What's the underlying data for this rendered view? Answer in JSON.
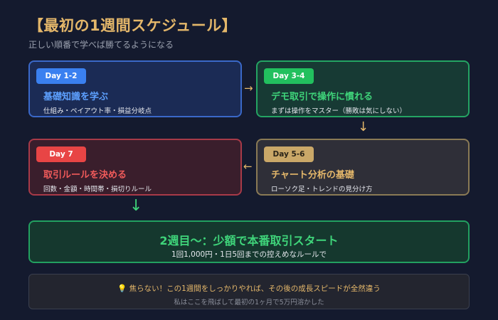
{
  "header": {
    "title": "【最初の1週間スケジュール】",
    "subtitle": "正しい順番で学べば勝てるようになる"
  },
  "cards": [
    {
      "badge": "Day 1-2",
      "title": "基礎知識を学ぶ",
      "desc": "仕組み・ペイアウト率・損益分岐点"
    },
    {
      "badge": "Day 3-4",
      "title": "デモ取引で操作に慣れる",
      "desc": "まずは操作をマスター（勝敗は気にしない）"
    },
    {
      "badge": "Day 5-6",
      "title": "チャート分析の基礎",
      "desc": "ローソク足・トレンドの見分け方"
    },
    {
      "badge": "Day 7",
      "title": "取引ルールを決める",
      "desc": "回数・金額・時間帯・損切りルール"
    }
  ],
  "arrows": {
    "right": "→",
    "down": "↓",
    "left": "←"
  },
  "week2": {
    "title": "2週目〜：少額で本番取引スタート",
    "desc": "1回1,000円・1日5回までの控えめなルールで"
  },
  "note": {
    "icon": "💡",
    "line1": "焦らない！この1週間をしっかりやれば、その後の成長スピードが全然違う",
    "line2": "私はここを飛ばして最初の1ヶ月で5万円溶かした"
  }
}
